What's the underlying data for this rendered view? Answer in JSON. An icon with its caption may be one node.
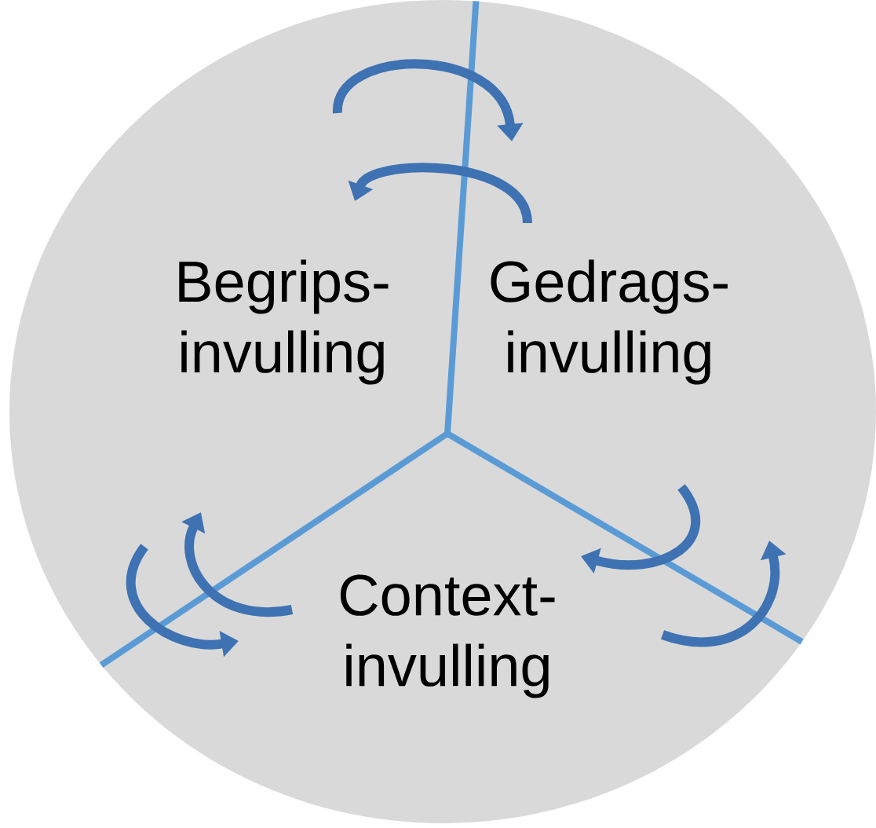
{
  "diagram": {
    "nodes": [
      {
        "text": [
          "Begrips- invulling"
        ]
      },
      {
        "text": [
          "Gedrags- invulling"
        ]
      },
      {
        "text": [
          "Context- invulling"
        ]
      }
    ],
    "edges": [
      {
        "from": 0,
        "to": 1,
        "arrow": "to"
      },
      {
        "from": 1,
        "to": 0,
        "arrow": "to"
      },
      {
        "from": 0,
        "to": 2,
        "arrow": "to"
      },
      {
        "from": 2,
        "to": 0,
        "arrow": "to"
      },
      {
        "from": 1,
        "to": 2,
        "arrow": "to"
      },
      {
        "from": 2,
        "to": 1,
        "arrow": "to"
      }
    ]
  }
}
